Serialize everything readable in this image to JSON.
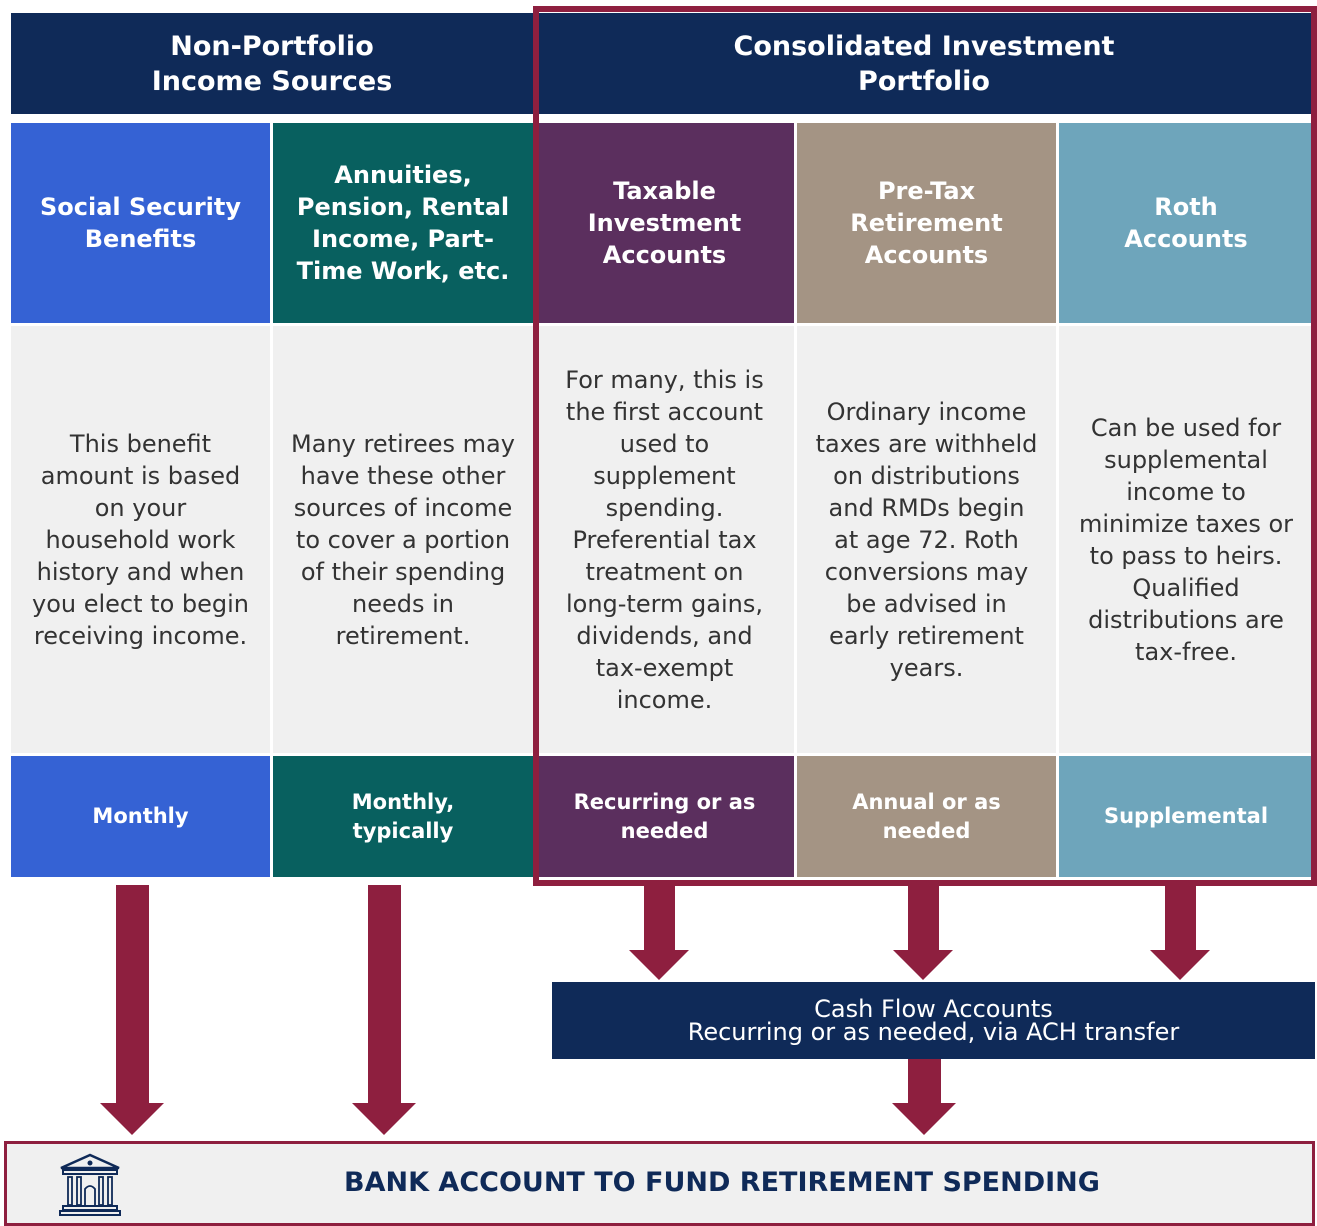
{
  "headers": {
    "non_portfolio": "Non-Portfolio Income Sources",
    "portfolio": "Consolidated Investment Portfolio"
  },
  "columns": [
    {
      "title": "Social Security Benefits",
      "description": "This benefit amount is based on your household work history and when you elect to begin receiving income.",
      "frequency": "Monthly",
      "color": "#3562d4"
    },
    {
      "title": "Annuities, Pension, Rental Income, Part-Time Work, etc.",
      "description": "Many retirees may have these other sources of income to cover a portion of their spending needs in retirement.",
      "frequency": "Monthly, typically",
      "color": "#08605f"
    },
    {
      "title": "Taxable Investment Accounts",
      "description": "For many, this is the first account used to supplement spending. Preferential tax treatment on long-term gains, dividends, and tax-exempt income.",
      "frequency": "Recurring or as needed",
      "color": "#5b2f5e"
    },
    {
      "title": "Pre-Tax Retirement Accounts",
      "description": "Ordinary income taxes are withheld on distributions and RMDs begin at age 72. Roth conversions may be advised in early retirement years.",
      "frequency": "Annual or as needed",
      "color": "#a49484"
    },
    {
      "title": "Roth Accounts",
      "description": "Can be used for supplemental income to minimize taxes or to pass to heirs. Qualified distributions are tax-free.",
      "frequency": "Supplemental",
      "color": "#6ea5bb"
    }
  ],
  "cash_flow": {
    "title": "Cash Flow Accounts",
    "subtitle": "Recurring or as needed, via ACH transfer"
  },
  "bank": {
    "title": "BANK ACCOUNT TO FUND RETIREMENT SPENDING",
    "icon": "bank-building-icon"
  },
  "colors": {
    "navy": "#0f2a58",
    "maroon": "#8e1f3f",
    "panel_gray": "#f0f0f0"
  }
}
